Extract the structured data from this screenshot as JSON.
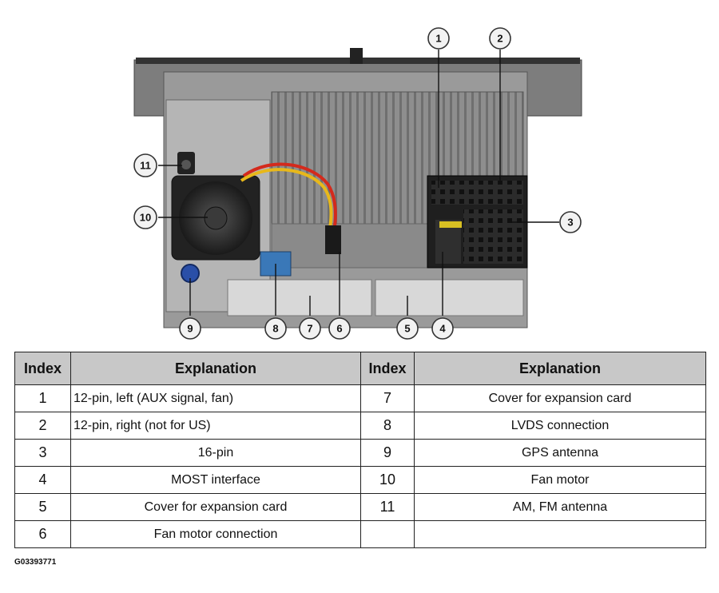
{
  "callouts": [
    "1",
    "2",
    "3",
    "4",
    "5",
    "6",
    "7",
    "8",
    "9",
    "10",
    "11"
  ],
  "table": {
    "headers": [
      "Index",
      "Explanation",
      "Index",
      "Explanation"
    ],
    "rows": [
      {
        "i1": "1",
        "e1": "12-pin, left (AUX signal, fan)",
        "i2": "7",
        "e2": "Cover for expansion card"
      },
      {
        "i1": "2",
        "e1": "12-pin, right (not for US)",
        "i2": "8",
        "e2": "LVDS connection"
      },
      {
        "i1": "3",
        "e1": "16-pin",
        "i2": "9",
        "e2": "GPS antenna"
      },
      {
        "i1": "4",
        "e1": "MOST interface",
        "i2": "10",
        "e2": "Fan motor"
      },
      {
        "i1": "5",
        "e1": "Cover for expansion card",
        "i2": "11",
        "e2": "AM, FM antenna"
      },
      {
        "i1": "6",
        "e1": "Fan motor connection",
        "i2": "",
        "e2": ""
      }
    ]
  },
  "figure_code": "G03393771",
  "colors": {
    "table_header_bg": "#c8c8c8",
    "housing": "#9a9a9a",
    "wire_red": "#d42a1c",
    "wire_yellow": "#e8b81a",
    "gps_connector": "#2a4fa8",
    "lvds_connector": "#3a78b8"
  }
}
